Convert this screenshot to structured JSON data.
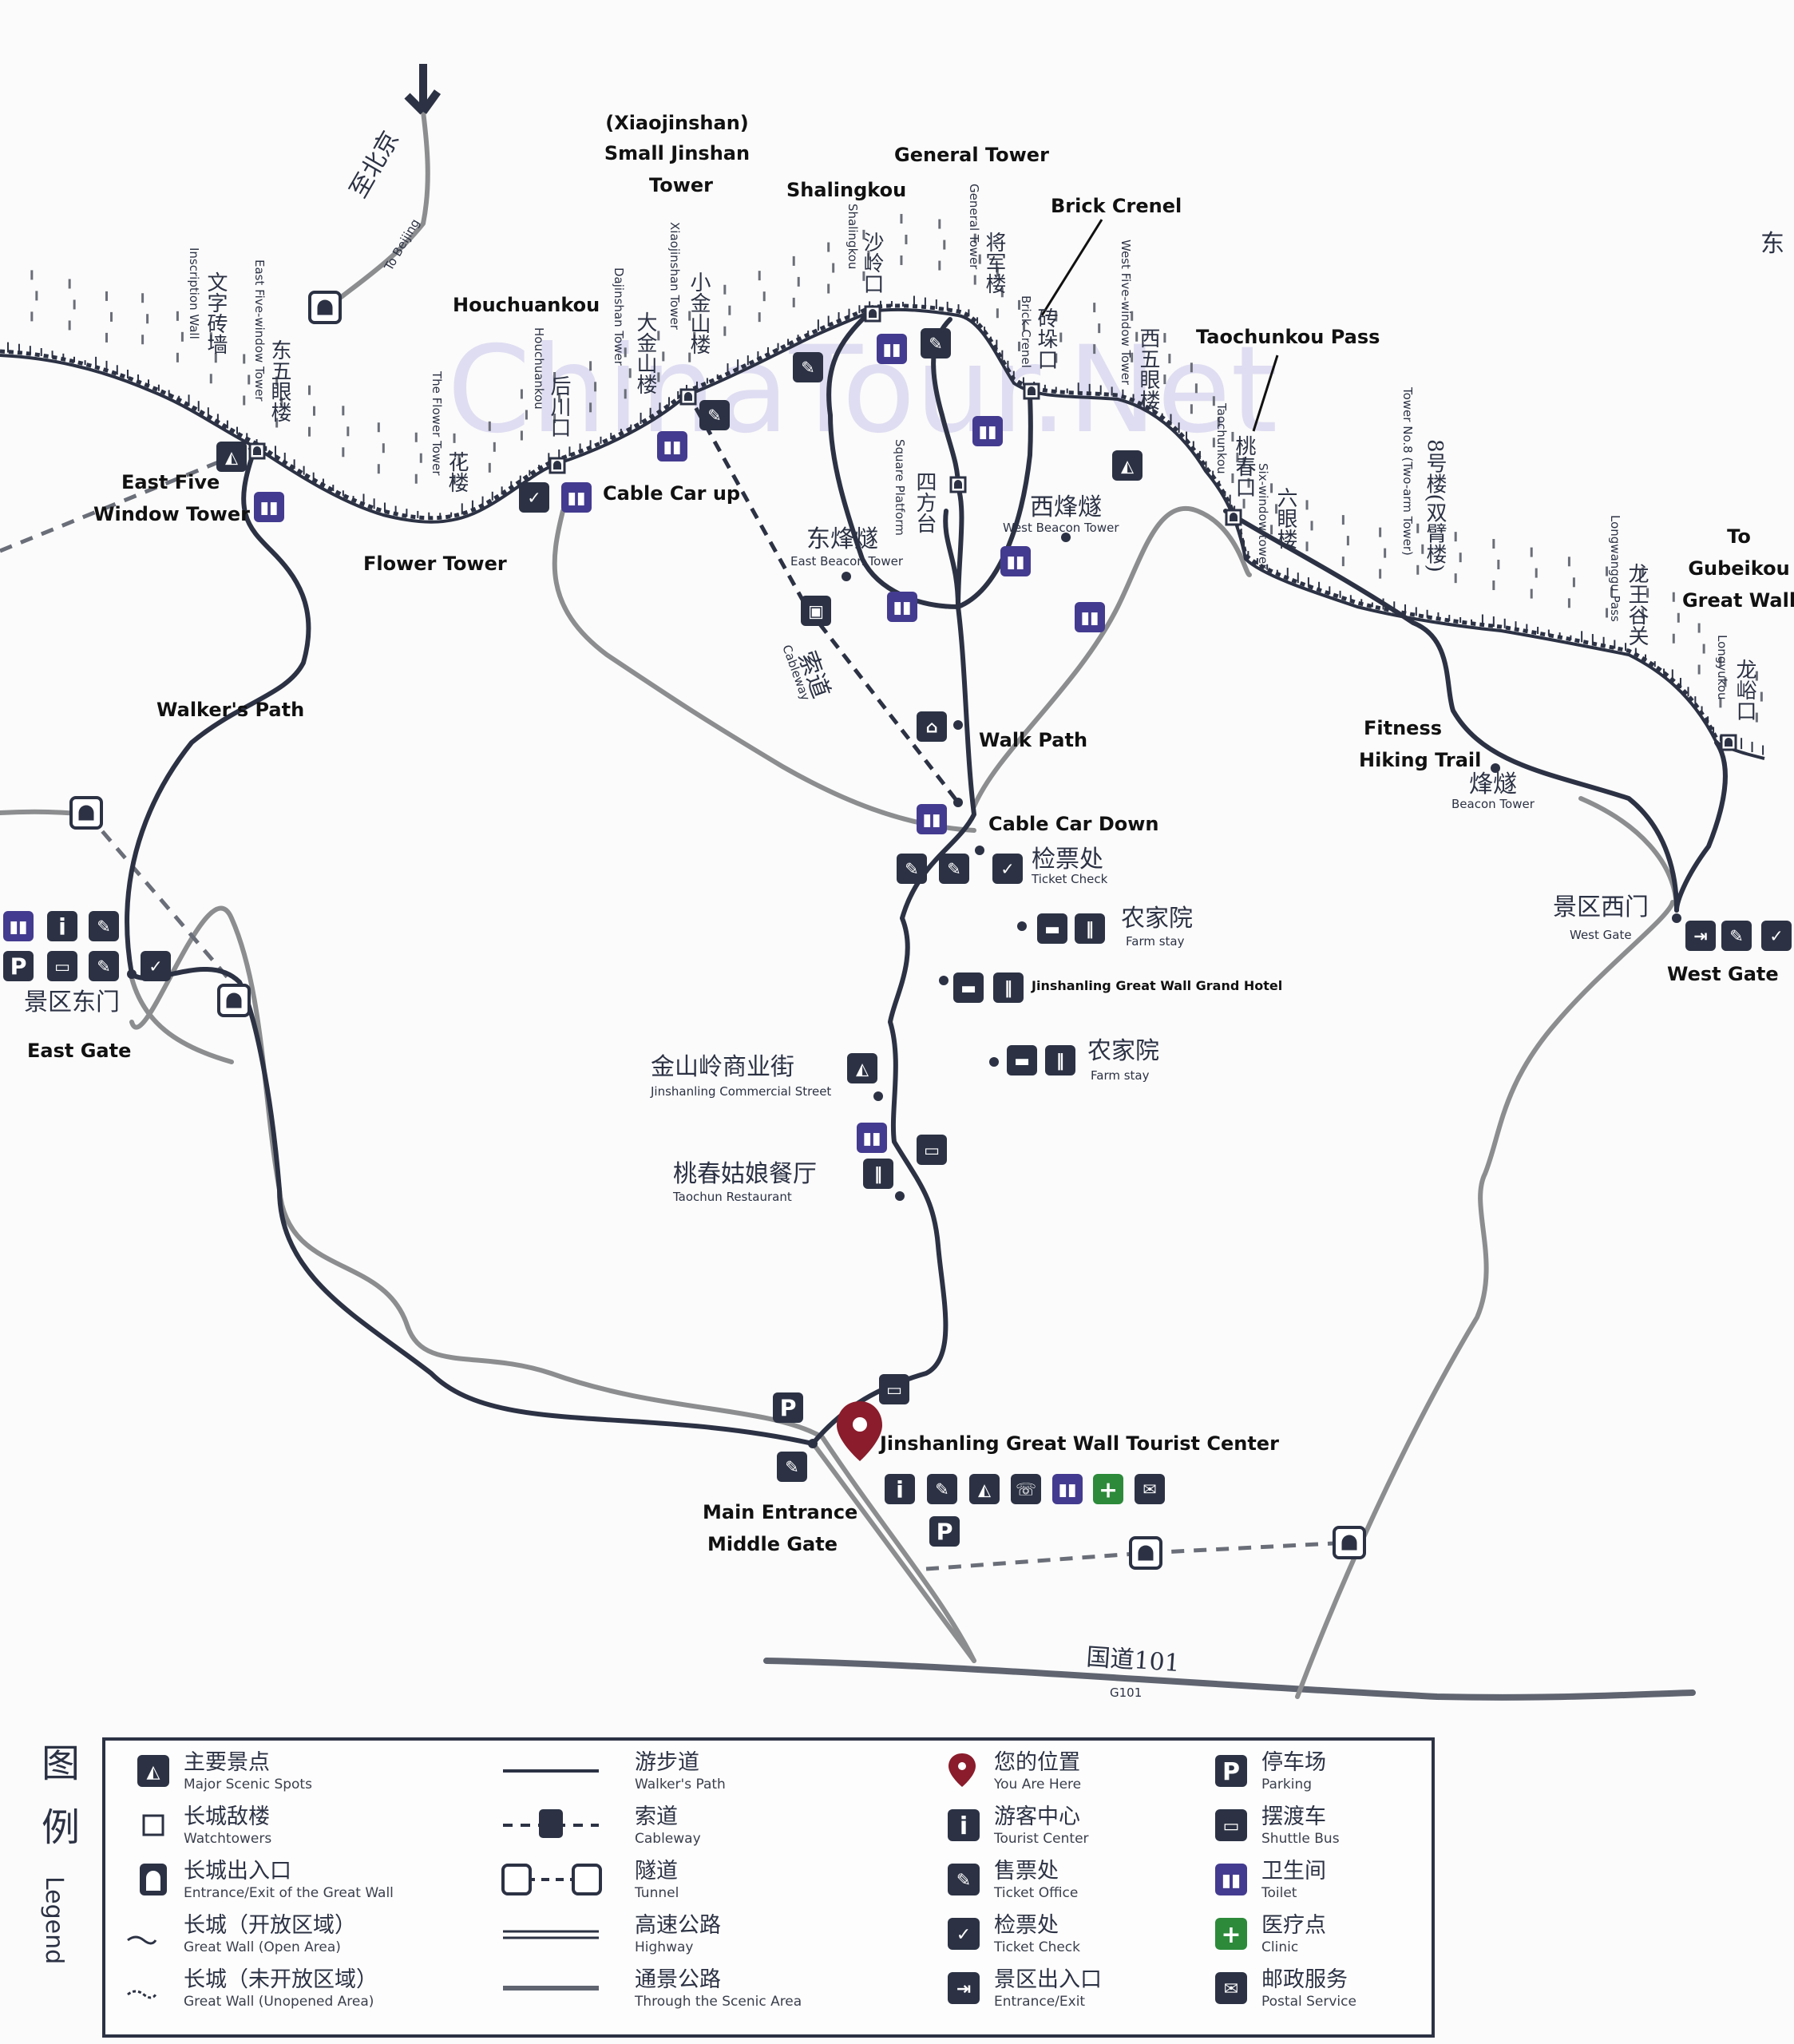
{
  "watermark": "ChinaTour.Net",
  "map_labels": {
    "xiaojinshan_1": "(Xiaojinshan)",
    "xiaojinshan_2": "Small Jinshan",
    "xiaojinshan_3": "Tower",
    "general_tower": "General Tower",
    "shalingkou": "Shalingkou",
    "brick_crenel": "Brick Crenel",
    "houchuankou": "Houchuankou",
    "taochunkou_pass": "Taochunkou Pass",
    "east_five_1": "East Five",
    "east_five_2": "Window Tower",
    "flower_tower": "Flower Tower",
    "cable_car_up": "Cable Car up",
    "walkers_path": "Walker's Path",
    "walk_path": "Walk Path",
    "cable_car_down": "Cable Car Down",
    "fitness_1": "Fitness",
    "fitness_2": "Hiking Trail",
    "to_gubeikou_1": "To",
    "to_gubeikou_2": "Gubeikou",
    "to_gubeikou_3": "Great Wall",
    "west_gate": "West Gate",
    "east_gate": "East Gate",
    "main_entrance_1": "Main Entrance",
    "main_entrance_2": "Middle Gate",
    "tourist_center": "Jinshanling Great Wall Tourist Center",
    "grand_hotel": "Jinshanling Great Wall Grand Hotel"
  },
  "zh_labels": {
    "ticket_check_zh": "检票处",
    "ticket_check_en": "Ticket Check",
    "farm_stay_1_zh": "农家院",
    "farm_stay_1_en": "Farm stay",
    "farm_stay_2_zh": "农家院",
    "farm_stay_2_en": "Farm stay",
    "commercial_zh": "金山岭商业街",
    "commercial_en": "Jinshanling Commercial Street",
    "restaurant_zh": "桃春姑娘餐厅",
    "restaurant_en": "Taochun Restaurant",
    "east_beacon_zh": "东烽燧",
    "east_beacon_en": "East Beacon Tower",
    "west_beacon_zh": "西烽燧",
    "west_beacon_en": "West Beacon Tower",
    "beacon_zh": "烽燧",
    "beacon_en": "Beacon Tower",
    "west_gate_zh": "景区西门",
    "west_gate_en": "West Gate",
    "east_gate_zh": "景区东门",
    "cableway_zh": "索道",
    "cableway_en": "Cableway",
    "road_101_zh": "国道101",
    "road_101_en": "G101",
    "beijing_zh": "至北京",
    "beijing_en": "To Beijing",
    "east_edge": "东"
  },
  "vertical_labels": {
    "wenzi_zh": "文字砖墙",
    "wenzi_en": "Inscription Wall",
    "east_five_zh": "东五眼楼",
    "east_five_en": "East Five-window Tower",
    "flower_zh": "花楼",
    "flower_en": "The Flower Tower",
    "houchuankou_zh": "后川口",
    "houchuankou_en": "Houchuankou",
    "dajinshan_zh": "大金山楼",
    "dajinshan_en": "Dajinshan Tower",
    "xiaojinshan_zh": "小金山楼",
    "xiaojinshan_en": "Xiaojinshan Tower",
    "shalingkou_zh": "沙岭口",
    "shalingkou_en": "Shalingkou",
    "general_zh": "将军楼",
    "general_en": "General Tower",
    "brick_zh": "砖垛口",
    "brick_en": "Brick Crenel",
    "square_zh": "四方台",
    "square_en": "Square Platform",
    "west_five_zh": "西五眼楼",
    "west_five_en": "West Five-window Tower",
    "taochunkou_zh": "桃春口",
    "taochunkou_en": "Taochunkou",
    "six_window_zh": "六眼楼",
    "six_window_en": "Six-window tower",
    "no8_zh": "8号楼(双臂楼)",
    "no8_en": "Tower No.8 (Two-arm Tower)",
    "longwanggu_zh": "龙王谷关",
    "longwanggu_en": "Longwanggu Pass",
    "longyukou_zh": "龙峪口",
    "longyukou_en": "Longyukou"
  },
  "legend": {
    "title_zh_1": "图",
    "title_zh_2": "例",
    "title_en": "Legend",
    "items": [
      {
        "zh": "主要景点",
        "en": "Major Scenic Spots",
        "icon": "scenic-icon"
      },
      {
        "zh": "长城敌楼",
        "en": "Watchtowers",
        "icon": "watchtower-icon"
      },
      {
        "zh": "长城出入口",
        "en": "Entrance/Exit of the Great Wall",
        "icon": "wall-entrance-icon"
      },
      {
        "zh": "长城（开放区域）",
        "en": "Great Wall (Open Area)",
        "icon": "wall-open-icon"
      },
      {
        "zh": "长城（未开放区域）",
        "en": "Great Wall (Unopened Area)",
        "icon": "wall-closed-icon"
      },
      {
        "zh": "游步道",
        "en": "Walker's Path",
        "icon": "walk-path-icon"
      },
      {
        "zh": "索道",
        "en": "Cableway",
        "icon": "cableway-icon"
      },
      {
        "zh": "隧道",
        "en": "Tunnel",
        "icon": "tunnel-icon"
      },
      {
        "zh": "高速公路",
        "en": "Highway",
        "icon": "highway-icon"
      },
      {
        "zh": "通景公路",
        "en": "Through the Scenic Area",
        "icon": "scenic-road-icon"
      },
      {
        "zh": "您的位置",
        "en": "You Are Here",
        "icon": "location-pin-icon"
      },
      {
        "zh": "游客中心",
        "en": "Tourist Center",
        "icon": "info-icon"
      },
      {
        "zh": "售票处",
        "en": "Ticket Office",
        "icon": "ticket-office-icon"
      },
      {
        "zh": "检票处",
        "en": "Ticket Check",
        "icon": "ticket-check-icon"
      },
      {
        "zh": "景区出入口",
        "en": "Entrance/Exit",
        "icon": "exit-icon"
      },
      {
        "zh": "停车场",
        "en": "Parking",
        "icon": "parking-icon"
      },
      {
        "zh": "摆渡车",
        "en": "Shuttle Bus",
        "icon": "shuttle-bus-icon"
      },
      {
        "zh": "卫生间",
        "en": "Toilet",
        "icon": "toilet-icon"
      },
      {
        "zh": "医疗点",
        "en": "Clinic",
        "icon": "clinic-icon"
      },
      {
        "zh": "邮政服务",
        "en": "Postal Service",
        "icon": "postal-icon"
      }
    ]
  },
  "colors": {
    "ink": "#2c3244",
    "toilet": "#433b8f",
    "road": "#8b8d8f",
    "pin": "#8a1c2b",
    "clinic": "#2c8a3a"
  }
}
